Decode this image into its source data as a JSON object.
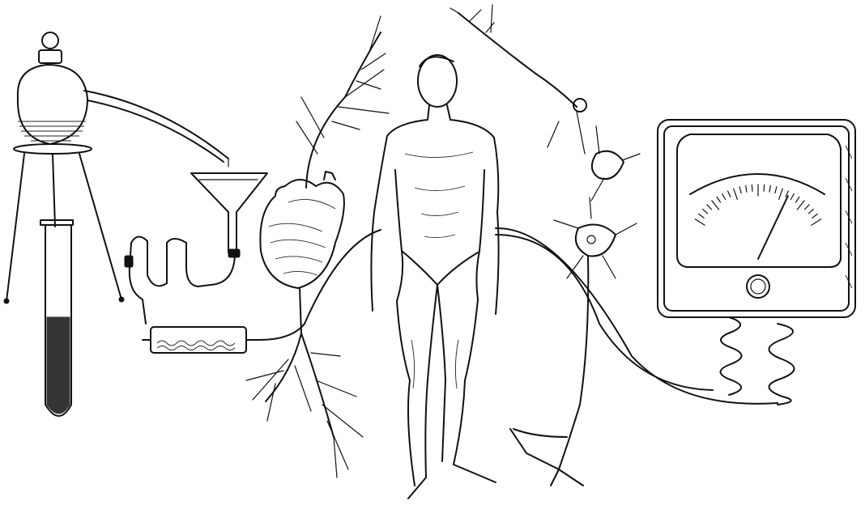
{
  "illustration": {
    "elements": [
      {
        "id": "distillation-flask",
        "icon": "flask-icon"
      },
      {
        "id": "tripod-stand",
        "icon": "tripod-icon"
      },
      {
        "id": "test-tube",
        "icon": "test-tube-icon",
        "fill_fraction": 0.55
      },
      {
        "id": "funnel",
        "icon": "funnel-icon"
      },
      {
        "id": "coiled-tube",
        "icon": "coil-tube-icon"
      },
      {
        "id": "filter-tube",
        "icon": "filter-tube-icon"
      },
      {
        "id": "heart",
        "icon": "heart-icon"
      },
      {
        "id": "branching-vessels",
        "icon": "vessel-tree-icon"
      },
      {
        "id": "human-figure",
        "icon": "human-figure-icon"
      },
      {
        "id": "neurons",
        "icon": "neuron-icon"
      },
      {
        "id": "galvanometer",
        "icon": "galvanometer-icon",
        "needle_fraction": 0.72
      },
      {
        "id": "wire-coils",
        "icon": "wire-coil-icon"
      }
    ],
    "colors": {
      "ink": "#111111",
      "paper": "#ffffff"
    }
  }
}
